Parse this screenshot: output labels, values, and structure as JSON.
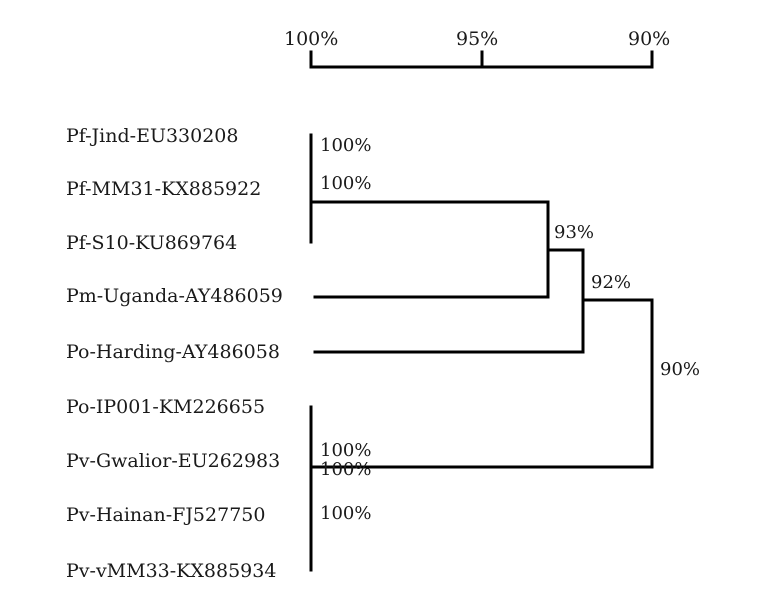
{
  "scale": {
    "ticks": [
      "100%",
      "95%",
      "90%"
    ]
  },
  "taxa": [
    "Pf-Jind-EU330208",
    "Pf-MM31-KX885922",
    "Pf-S10-KU869764",
    "Pm-Uganda-AY486059",
    "Po-Harding-AY486058",
    "Po-IP001-KM226655",
    "Pv-Gwalior-EU262983",
    "Pv-Hainan-FJ527750",
    "Pv-vMM33-KX885934"
  ],
  "bootstrap": {
    "pf_top": "100%",
    "pf_clade": "100%",
    "pf_pm": "93%",
    "pf_pm_po": "92%",
    "root": "90%",
    "pv_a": "100%",
    "pv_b": "100%",
    "pv_c": "100%"
  }
}
